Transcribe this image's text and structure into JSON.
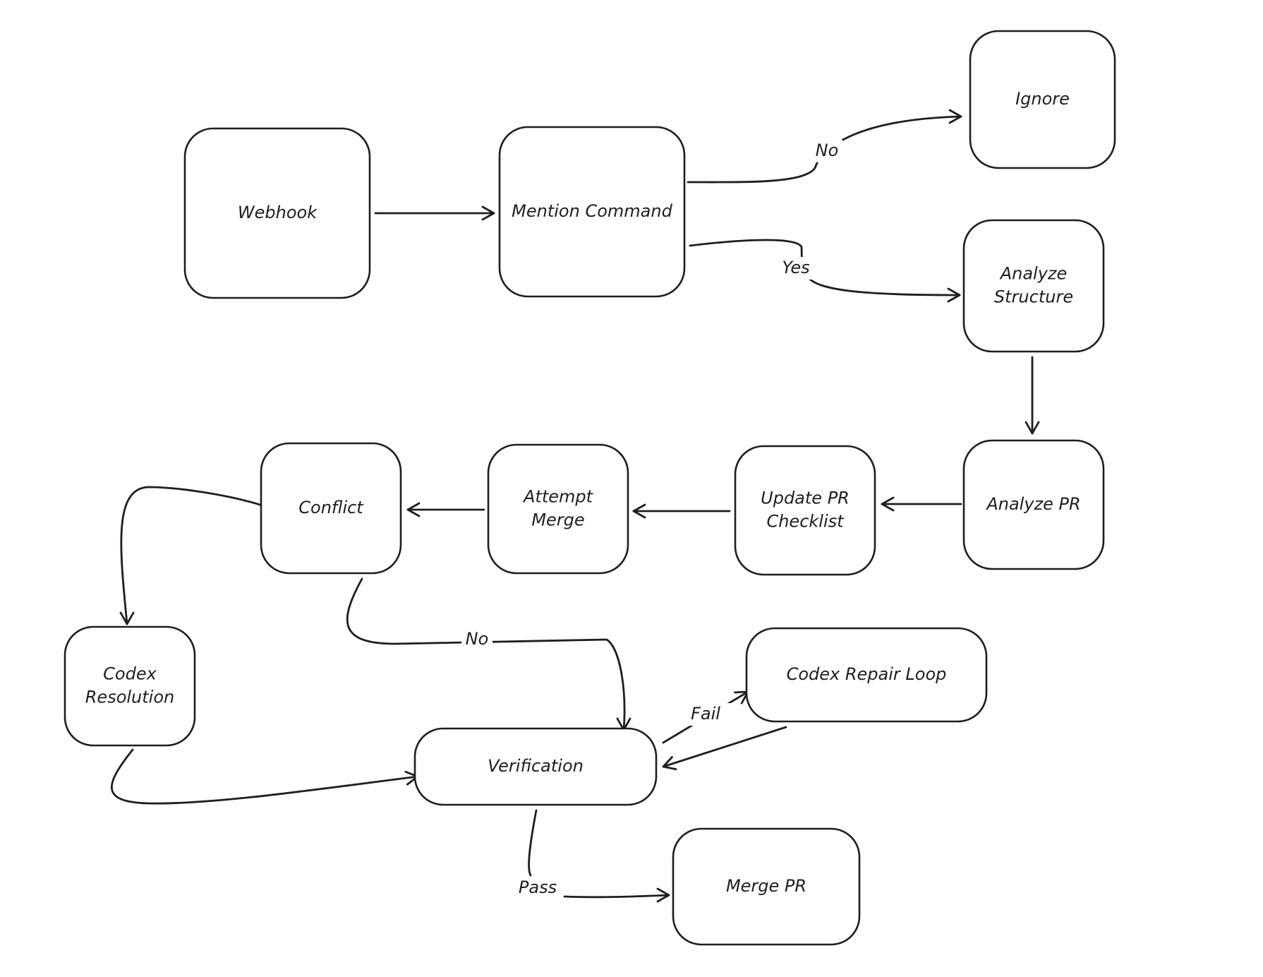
{
  "diagram": {
    "nodes": [
      {
        "id": "webhook",
        "lines": [
          "Webhook"
        ]
      },
      {
        "id": "mention",
        "lines": [
          "Mention Command"
        ]
      },
      {
        "id": "ignore",
        "lines": [
          "Ignore"
        ]
      },
      {
        "id": "analyze_structure",
        "lines": [
          "Analyze",
          "Structure"
        ]
      },
      {
        "id": "analyze_pr",
        "lines": [
          "Analyze PR"
        ]
      },
      {
        "id": "update_checklist",
        "lines": [
          "Update PR",
          "Checklist"
        ]
      },
      {
        "id": "attempt_merge",
        "lines": [
          "Attempt",
          "Merge"
        ]
      },
      {
        "id": "conflict",
        "lines": [
          "Conflict"
        ]
      },
      {
        "id": "codex_resolution",
        "lines": [
          "Codex",
          "Resolution"
        ]
      },
      {
        "id": "verification",
        "lines": [
          "Verification"
        ]
      },
      {
        "id": "codex_repair",
        "lines": [
          "Codex Repair Loop"
        ]
      },
      {
        "id": "merge_pr",
        "lines": [
          "Merge PR"
        ]
      }
    ],
    "edges": [
      {
        "id": "webhook-mention",
        "from": "webhook",
        "to": "mention",
        "label": ""
      },
      {
        "id": "mention-ignore",
        "from": "mention",
        "to": "ignore",
        "label": "No"
      },
      {
        "id": "mention-analyze-structure",
        "from": "mention",
        "to": "analyze_structure",
        "label": "Yes"
      },
      {
        "id": "structure-analyze-pr",
        "from": "analyze_structure",
        "to": "analyze_pr",
        "label": ""
      },
      {
        "id": "analyze-pr-checklist",
        "from": "analyze_pr",
        "to": "update_checklist",
        "label": ""
      },
      {
        "id": "checklist-attempt-merge",
        "from": "update_checklist",
        "to": "attempt_merge",
        "label": ""
      },
      {
        "id": "attempt-merge-conflict",
        "from": "attempt_merge",
        "to": "conflict",
        "label": ""
      },
      {
        "id": "conflict-codex-resolution",
        "from": "conflict",
        "to": "codex_resolution",
        "label": ""
      },
      {
        "id": "conflict-verification",
        "from": "conflict",
        "to": "verification",
        "label": "No"
      },
      {
        "id": "resolution-verification",
        "from": "codex_resolution",
        "to": "verification",
        "label": ""
      },
      {
        "id": "verification-repair",
        "from": "verification",
        "to": "codex_repair",
        "label": "Fail"
      },
      {
        "id": "repair-verification",
        "from": "codex_repair",
        "to": "verification",
        "label": ""
      },
      {
        "id": "verification-merge",
        "from": "verification",
        "to": "merge_pr",
        "label": "Pass"
      }
    ]
  },
  "colors": {
    "stroke": "#1e1e1e",
    "background": "#ffffff"
  }
}
